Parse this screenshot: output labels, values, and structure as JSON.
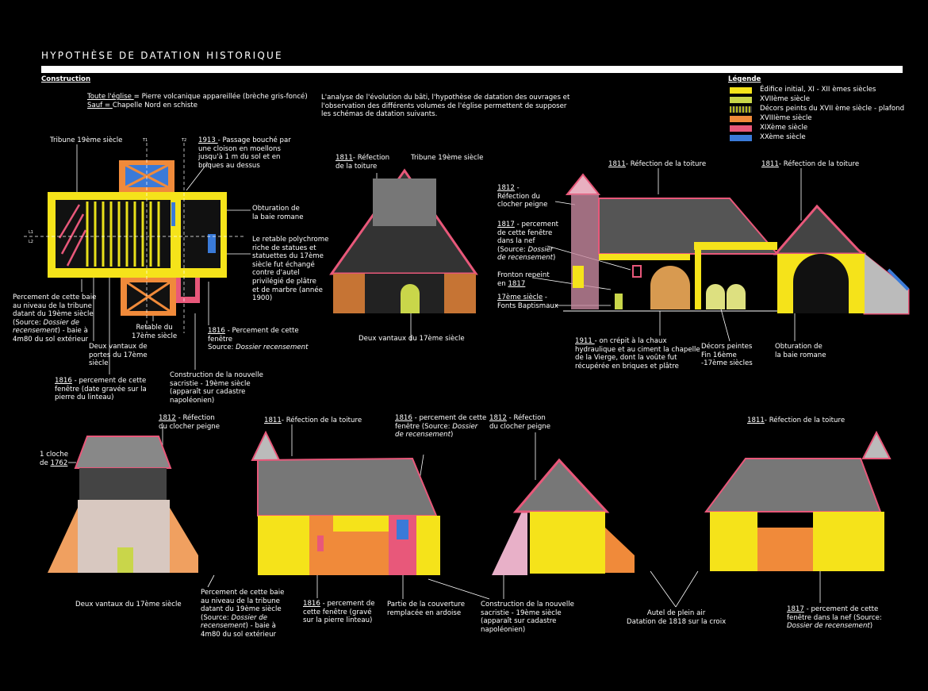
{
  "title": "HYPOTHÈSE DE DATATION HISTORIQUE",
  "construction": {
    "heading": "Construction",
    "line1_key": "Toute l'église ",
    "line1_rest": "= Pierre volcanique appareillée (brèche gris-foncé)",
    "line2_key": "Sauf = ",
    "line2_rest": "Chapelle Nord en schiste"
  },
  "intro": "L'analyse de l'évolution du bâti, l'hypothèse de datation des ouvrages et\nl'observation des différents volumes de l'église permettent de supposer\nles schémas de datation suivants.",
  "legend": {
    "title": "Légende",
    "items": [
      {
        "label": "Édifice initial, XI - XII èmes siècles",
        "color": "#f5e31a"
      },
      {
        "label": "XVIIème siècle",
        "color": "#c9d64a"
      },
      {
        "label": "Décors peints du XVII ème siècle - plafond",
        "color": "#b8b820"
      },
      {
        "label": "XVIIIème siècle",
        "color": "#f08a3a"
      },
      {
        "label": "XIXème siècle",
        "color": "#e8587a"
      },
      {
        "label": "XXème siècle",
        "color": "#3a7ad8"
      }
    ]
  },
  "plan": {
    "section_marks": [
      "T1",
      "T2",
      "L1",
      "L2"
    ],
    "tribune": "Tribune 19ème siècle",
    "passage_year": "1913 ",
    "passage_text": "- Passage bouché par\nune cloison en moellons\njusqu'à 1 m du sol et en\nbriques au dessus",
    "obturation": "Obturation de\nla baie romane",
    "retable_poly": "Le retable polychrome\nriche de statues et\nstatuettes du 17ème\nsiècle fut échangé\ncontre d'autel\nprivilégié de plâtre\net de marbre (année\n1900)",
    "percement_tribune_a": "Percement de cette baie\nau niveau de la tribune\ndatant du 19ème siècle\n(Source: ",
    "percement_tribune_src": "Dossier de\nrecensement",
    "percement_tribune_b": ") - baie à\n4m80 du sol extérieur",
    "retable17": "Retable du\n17ème siècle",
    "vantaux": "Deux vantaux de\nportes du 17ème\nsiècle",
    "p1816_year": "1816",
    "p1816_text": " - Percement de cette\nfenêtre\nSource: ",
    "p1816_src": "Dossier recensement",
    "p1816b_year": "1816",
    "p1816b_text": " - percement de cette\nfenêtre (date gravée sur la\npierre du linteau)",
    "sacristie": "Construction de la nouvelle\nsacristie - 19ème siècle\n(apparaît sur cadastre\nnapoléonien)"
  },
  "section_a": {
    "toiture_year": "1811",
    "toiture_text": "- Réfection\nde la toiture",
    "tribune": "Tribune 19ème siècle",
    "vantaux": "Deux vantaux du 17ème siècle"
  },
  "section_b": {
    "clocher_year": "1812",
    "clocher_text": " -\nRéfection du\nclocher peigne",
    "nef_year": "1817",
    "nef_text": " - percement\nde cette fenêtre\ndans la nef\n(Source: ",
    "nef_src": "Dossier\nde recensement",
    "nef_end": ")",
    "fronton_text": "Fronton repeint\nen ",
    "fronton_year": "1817",
    "fonts_key": "17ème siècle",
    "fonts_text": " -\nFonts Baptismaux",
    "toiture_year": "1811",
    "toiture_text": "- Réfection de la toiture",
    "crepi_year": "1911 ",
    "crepi_text": "- on crépit à la chaux\nhydraulique et au ciment la chapelle\nde la Vierge, dont la voûte fut\nrécupérée en briques et plâtre",
    "decors": "Décors peintes\nFin 16ème\n-17ème siècles"
  },
  "section_c": {
    "toiture_year": "1811",
    "toiture_text": "- Réfection de la toiture",
    "obturation": "Obturation de\nla baie romane"
  },
  "elevations": {
    "west_clocher_year": "1812",
    "west_clocher_text": " - Réfection\ndu clocher peigne",
    "cloche_text": "1 cloche\nde ",
    "cloche_year": "1762",
    "west_vantaux": "Deux vantaux du 17ème siècle",
    "south_toiture_year": "1811",
    "south_toiture_text": "- Réfection de la toiture",
    "south_1816_year": "1816",
    "south_1816_text": " - percement de cette\nfenêtre (Source: ",
    "south_1816_src": "Dossier\nde recensement",
    "south_1816_end": ")",
    "south_baie_a": "Percement de cette baie\nau niveau de la tribune\ndatant du 19ème siècle\n(Source: ",
    "south_baie_src": "Dossier de\nrecensement",
    "south_baie_b": ") - baie à\n4m80 du sol extérieur",
    "south_grave_year": "1816",
    "south_grave_text": " - percement de\ncette fenêtre (gravé\nsur la pierre linteau)",
    "ardoise": "Partie de la couverture\nremplacée en ardoise",
    "east_clocher_year": "1812",
    "east_clocher_text": " - Réfection\ndu clocher peigne",
    "east_sacristie": "Construction de la nouvelle\nsacristie - 19ème siècle\n(apparaît sur cadastre\nnapoléonien)",
    "autel": "Autel de plein air\nDatation de 1818 sur la croix",
    "north_toiture_year": "1811",
    "north_toiture_text": "- Réfection de la toiture",
    "north_1817_year": "1817",
    "north_1817_text": " - percement de cette\nfenêtre dans la nef (Source:\n",
    "north_1817_src": "Dossier de recensement",
    "north_1817_end": ")"
  }
}
